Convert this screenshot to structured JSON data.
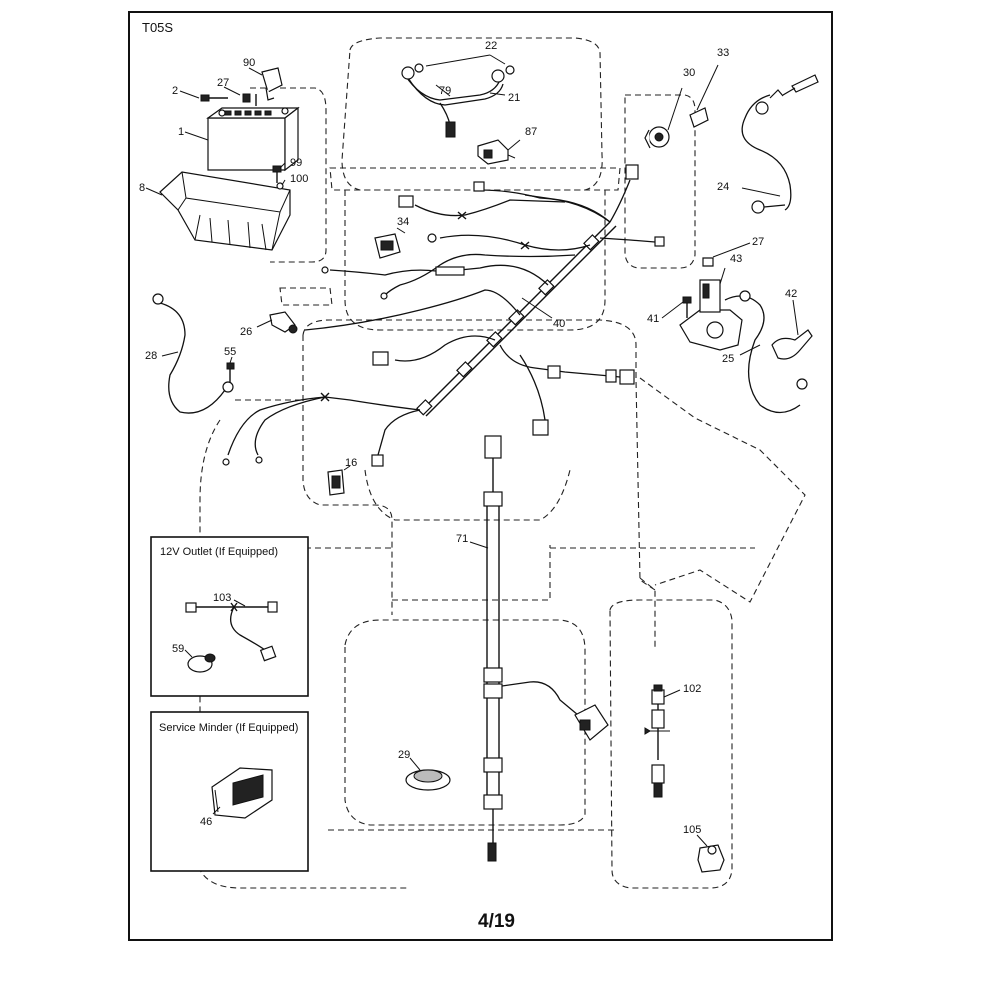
{
  "diagram_code": "T05S",
  "page_label": "4/19",
  "inset_12v": {
    "title": "12V Outlet (If Equipped)"
  },
  "inset_service": {
    "title": "Service Minder (If Equipped)"
  },
  "callouts": {
    "p90": "90",
    "p2": "2",
    "p27a": "27",
    "p1": "1",
    "p99": "99",
    "p100": "100",
    "p8": "8",
    "p22": "22",
    "p79": "79",
    "p21": "21",
    "p87": "87",
    "p30": "30",
    "p33": "33",
    "p24": "24",
    "p27b": "27",
    "p43": "43",
    "p41": "41",
    "p42": "42",
    "p25": "25",
    "p34": "34",
    "p40": "40",
    "p26": "26",
    "p28": "28",
    "p55": "55",
    "p16": "16",
    "p71": "71",
    "p29": "29",
    "p102": "102",
    "p105": "105",
    "p103": "103",
    "p59": "59",
    "p46": "46"
  }
}
